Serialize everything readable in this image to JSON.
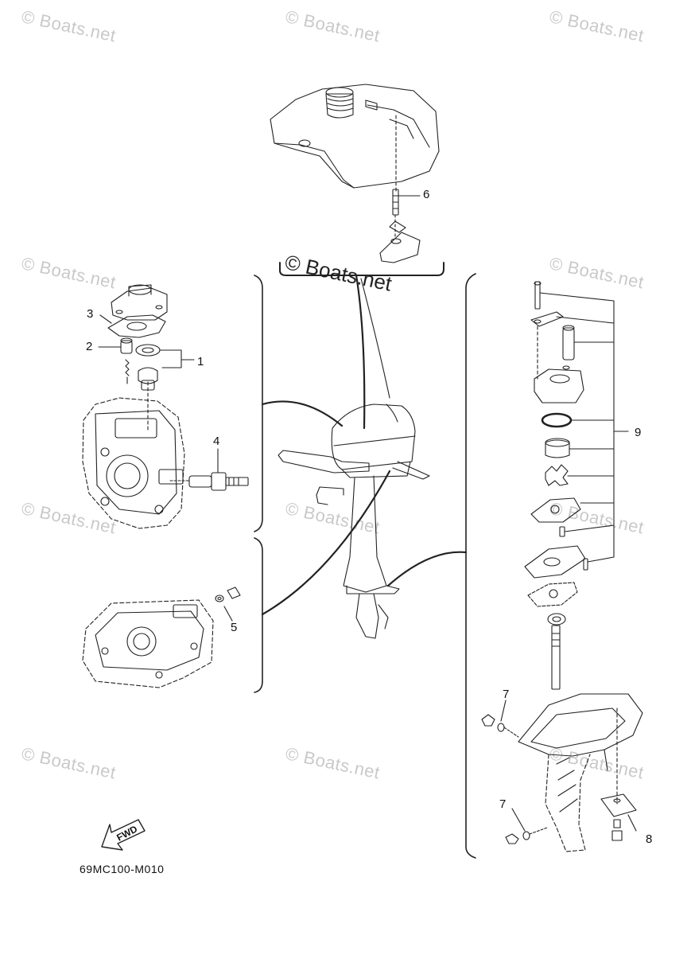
{
  "diagram": {
    "drawing_code": "69MC100-M010",
    "fwd_label": "FWD",
    "watermark_text": "© Boats.net",
    "center_watermark_text": "© Boats.net",
    "callouts": [
      {
        "id": "1",
        "label": "1"
      },
      {
        "id": "2",
        "label": "2"
      },
      {
        "id": "3",
        "label": "3"
      },
      {
        "id": "4",
        "label": "4"
      },
      {
        "id": "5",
        "label": "5"
      },
      {
        "id": "6",
        "label": "6"
      },
      {
        "id": "7a",
        "label": "7"
      },
      {
        "id": "7b",
        "label": "7"
      },
      {
        "id": "8",
        "label": "8"
      },
      {
        "id": "9",
        "label": "9"
      }
    ]
  }
}
